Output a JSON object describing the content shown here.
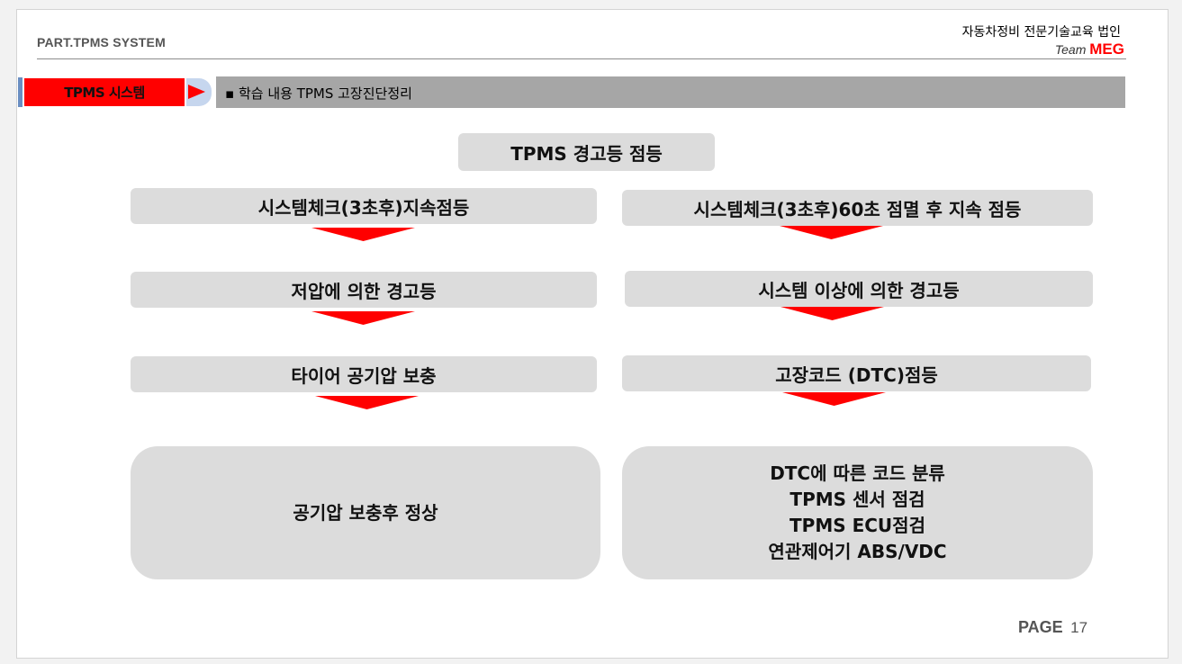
{
  "header": {
    "part_title": "PART.TPMS SYSTEM",
    "org_name": "자동차정비 전문기술교육 법인",
    "team_prefix": "Team",
    "team_brand": "MEG"
  },
  "section": {
    "tag_label": "TPMS 시스템",
    "bullet": "▪",
    "subtitle": "학습 내용 TPMS 고장진단정리"
  },
  "flow": {
    "top": "TPMS 경고등 점등",
    "left": [
      "시스템체크(3초후)지속점등",
      "저압에 의한 경고등",
      "타이어 공기압 보충",
      "공기압 보충후 정상"
    ],
    "right": [
      "시스템체크(3초후)60초 점멸 후 지속 점등",
      "시스템 이상에 의한 경고등",
      "고장코드 (DTC)점등"
    ],
    "right_final": [
      "DTC에 따른 코드 분류",
      "TPMS 센서 점검",
      "TPMS ECU점검",
      "연관제어기 ABS/VDC"
    ]
  },
  "footer": {
    "page_label": "PAGE",
    "page_number": "17"
  },
  "colors": {
    "accent_red": "#ff0000",
    "box_gray": "#dcdcdc",
    "bar_gray": "#a6a6a6"
  }
}
